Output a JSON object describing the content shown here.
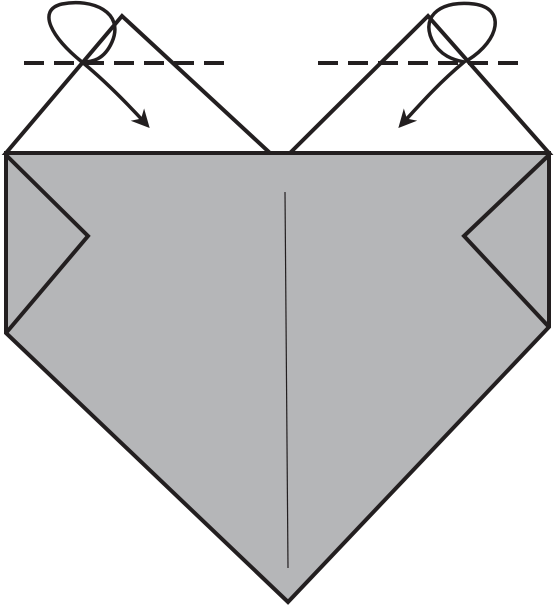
{
  "diagram": {
    "colors": {
      "paper_face": "#b5b6b8",
      "paper_back": "#ffffff",
      "line": "#231f20",
      "background": "#ffffff"
    },
    "elements": [
      {
        "name": "left-flap",
        "kind": "triangle",
        "state": "unfolded"
      },
      {
        "name": "right-flap",
        "kind": "triangle",
        "state": "unfolded"
      },
      {
        "name": "heart-body",
        "kind": "pentagon"
      },
      {
        "name": "left-side-pocket",
        "kind": "triangle"
      },
      {
        "name": "right-side-pocket",
        "kind": "triangle"
      },
      {
        "name": "center-crease",
        "kind": "crease"
      },
      {
        "name": "left-valley-fold-line",
        "kind": "fold-line",
        "style": "dashed"
      },
      {
        "name": "right-valley-fold-line",
        "kind": "fold-line",
        "style": "dashed"
      },
      {
        "name": "left-fold-arrow",
        "kind": "arrow",
        "direction": "fold-down-right"
      },
      {
        "name": "right-fold-arrow",
        "kind": "arrow",
        "direction": "fold-down-left"
      }
    ]
  }
}
